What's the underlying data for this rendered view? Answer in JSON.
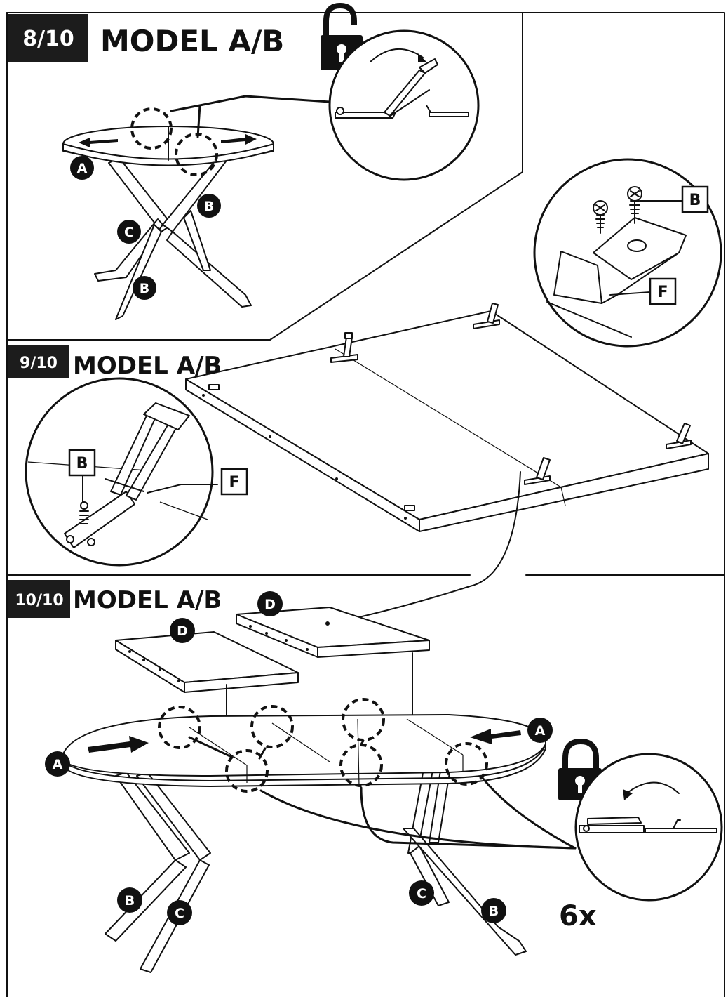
{
  "steps": [
    {
      "number": "8/10",
      "title": "MODEL A/B"
    },
    {
      "number": "9/10",
      "title": "MODEL A/B"
    },
    {
      "number": "10/10",
      "title": "MODEL A/B"
    }
  ],
  "labels": {
    "A": "A",
    "B": "B",
    "C": "C",
    "D": "D",
    "F": "F"
  },
  "quantity": "6x",
  "icons": [
    "padlock-unlocked-icon",
    "padlock-locked-icon",
    "curved-arrow-icon",
    "screw-icon",
    "hinge-latch-icon"
  ]
}
